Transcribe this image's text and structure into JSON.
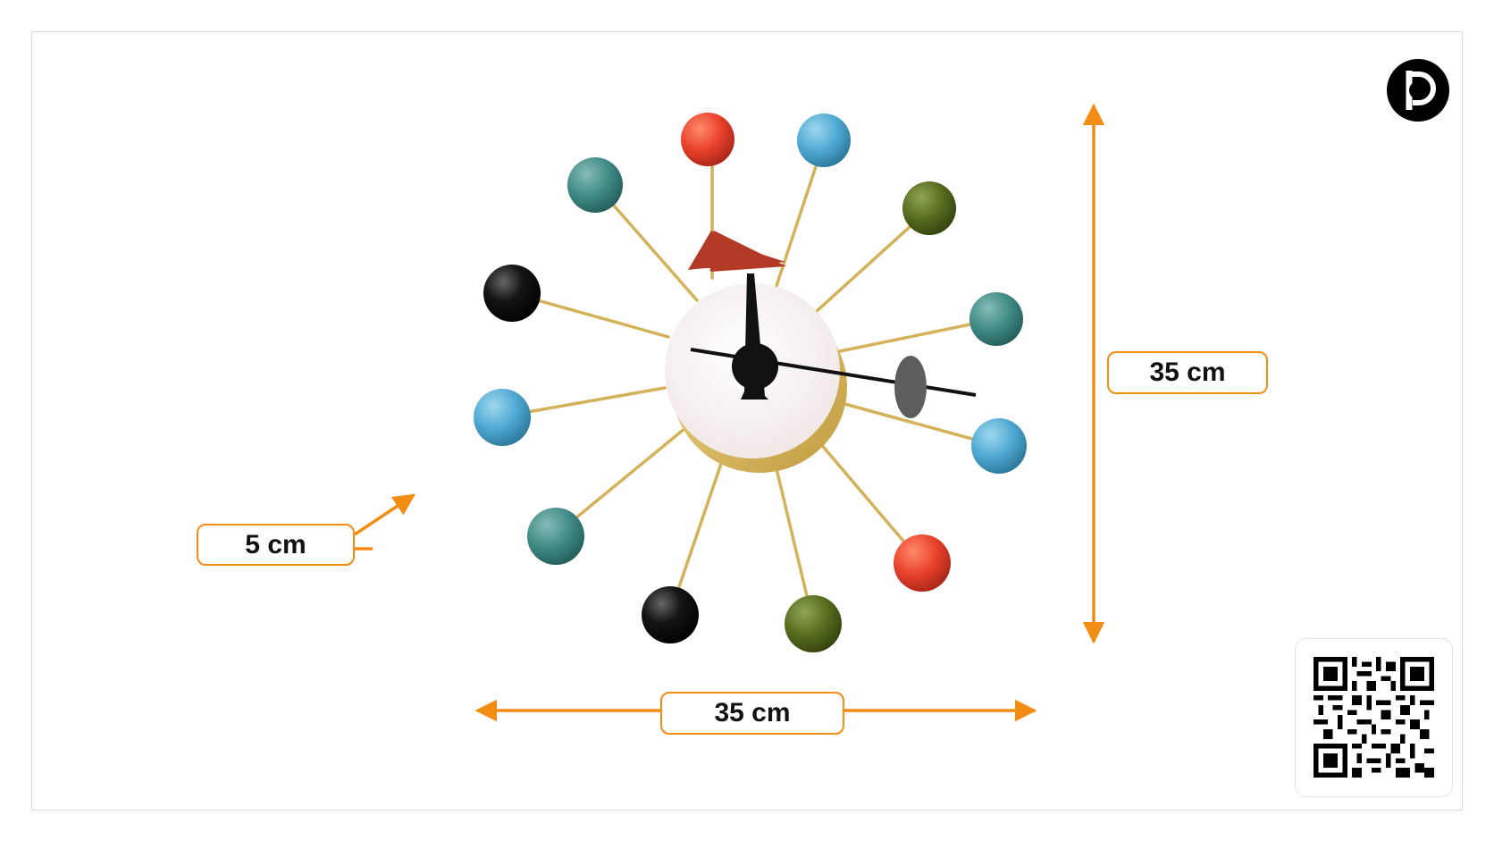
{
  "dimensions": {
    "depth": "5 cm",
    "width": "35 cm",
    "height": "35 cm"
  },
  "colors": {
    "accent": "#f28c12",
    "ball_red": "#e8402a",
    "ball_blue": "#4ea8d2",
    "ball_teal": "#3f8a86",
    "ball_olive": "#556b1e",
    "ball_black": "#111111",
    "brass": "#d3b25a",
    "hand_red": "#b23a26"
  },
  "icons": {
    "logo": "brand-logo-icon",
    "qr": "qr-code-icon"
  }
}
